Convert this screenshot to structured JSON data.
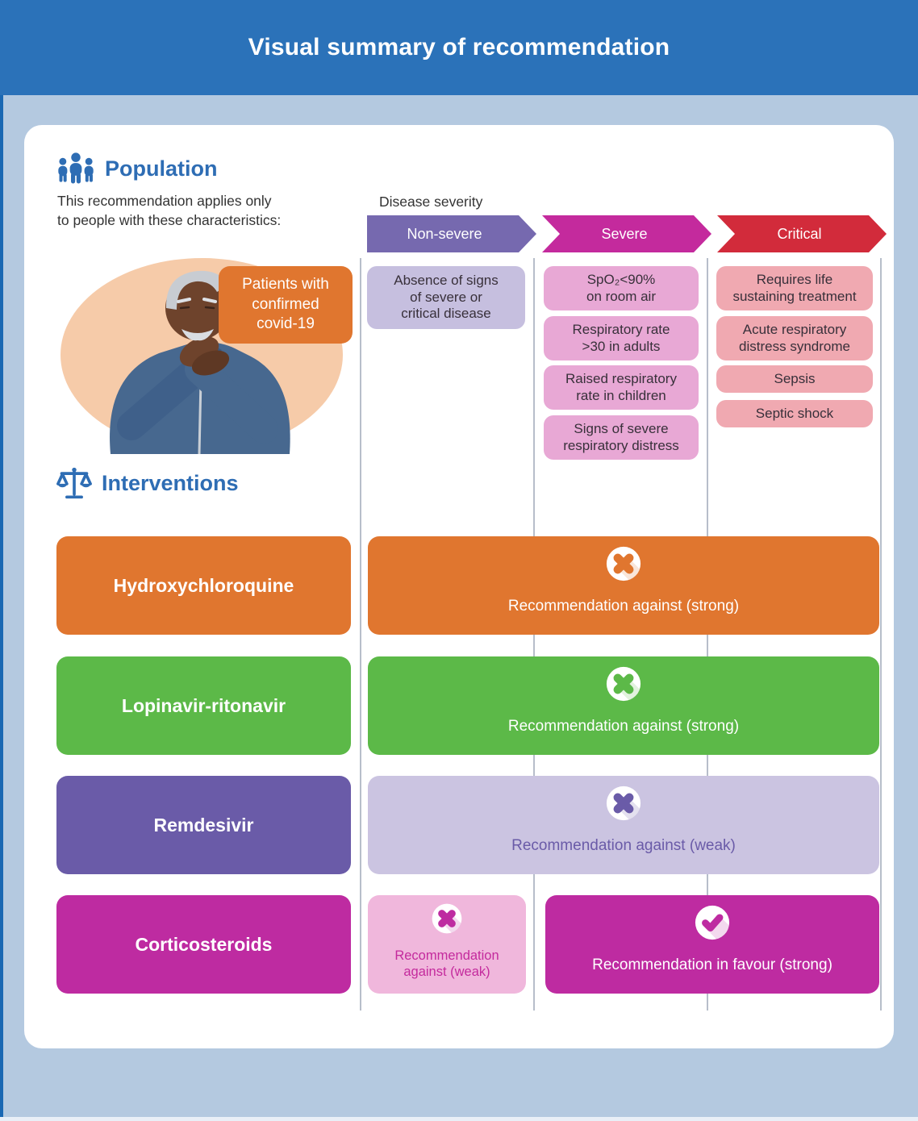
{
  "header": {
    "title": "Visual summary of recommendation"
  },
  "population": {
    "heading": "Population",
    "description": "This recommendation applies only\nto people with these characteristics:",
    "patient_label": "Patients with\nconfirmed\ncovid-19",
    "disease_severity_label": "Disease severity",
    "severity_levels": [
      {
        "label": "Non-severe",
        "criteria": [
          "Absence of signs\nof severe or\ncritical disease"
        ]
      },
      {
        "label": "Severe",
        "criteria": [
          "SpO₂<90%\non room air",
          "Respiratory rate\n>30 in adults",
          "Raised respiratory\nrate in children",
          "Signs of severe\nrespiratory distress"
        ]
      },
      {
        "label": "Critical",
        "criteria": [
          "Requires life\nsustaining treatment",
          "Acute respiratory\ndistress syndrome",
          "Sepsis",
          "Septic shock"
        ]
      }
    ]
  },
  "interventions": {
    "heading": "Interventions",
    "rows": [
      {
        "name": "Hydroxychloroquine",
        "recommendations": [
          {
            "text": "Recommendation against (strong)",
            "icon": "cross",
            "span": "all-severities"
          }
        ]
      },
      {
        "name": "Lopinavir-ritonavir",
        "recommendations": [
          {
            "text": "Recommendation against (strong)",
            "icon": "cross",
            "span": "all-severities"
          }
        ]
      },
      {
        "name": "Remdesivir",
        "recommendations": [
          {
            "text": "Recommendation against (weak)",
            "icon": "cross",
            "span": "all-severities"
          }
        ]
      },
      {
        "name": "Corticosteroids",
        "recommendations": [
          {
            "text": "Recommendation\nagainst (weak)",
            "icon": "cross",
            "span": "non-severe"
          },
          {
            "text": "Recommendation in favour (strong)",
            "icon": "check",
            "span": "severe-and-critical"
          }
        ]
      }
    ]
  },
  "colors": {
    "header_bg": "#2B72B9",
    "page_bg": "#B4C9E0",
    "left_edge": "#1A68B3",
    "bottom_strip": "#E9EFF7",
    "card_bg": "#FFFFFF",
    "heading_blue": "#2E6DB4",
    "text_dark": "#333333",
    "criteria_text": "#38303A",
    "nonsevere": "#7669AF",
    "nonsevere_light": "#C6BFDF",
    "severe": "#C42A9D",
    "severe_light": "#E8A8D5",
    "critical": "#D22B3B",
    "critical_light": "#F0A9B1",
    "orange": "#E0762F",
    "green": "#5CB948",
    "purple": "#6A5BA8",
    "purple_light": "#CBC4E1",
    "magenta": "#BE2BA1",
    "magenta_light": "#F0B7DC",
    "divider": "#B7BECA",
    "peach": "#F6CBA9"
  }
}
